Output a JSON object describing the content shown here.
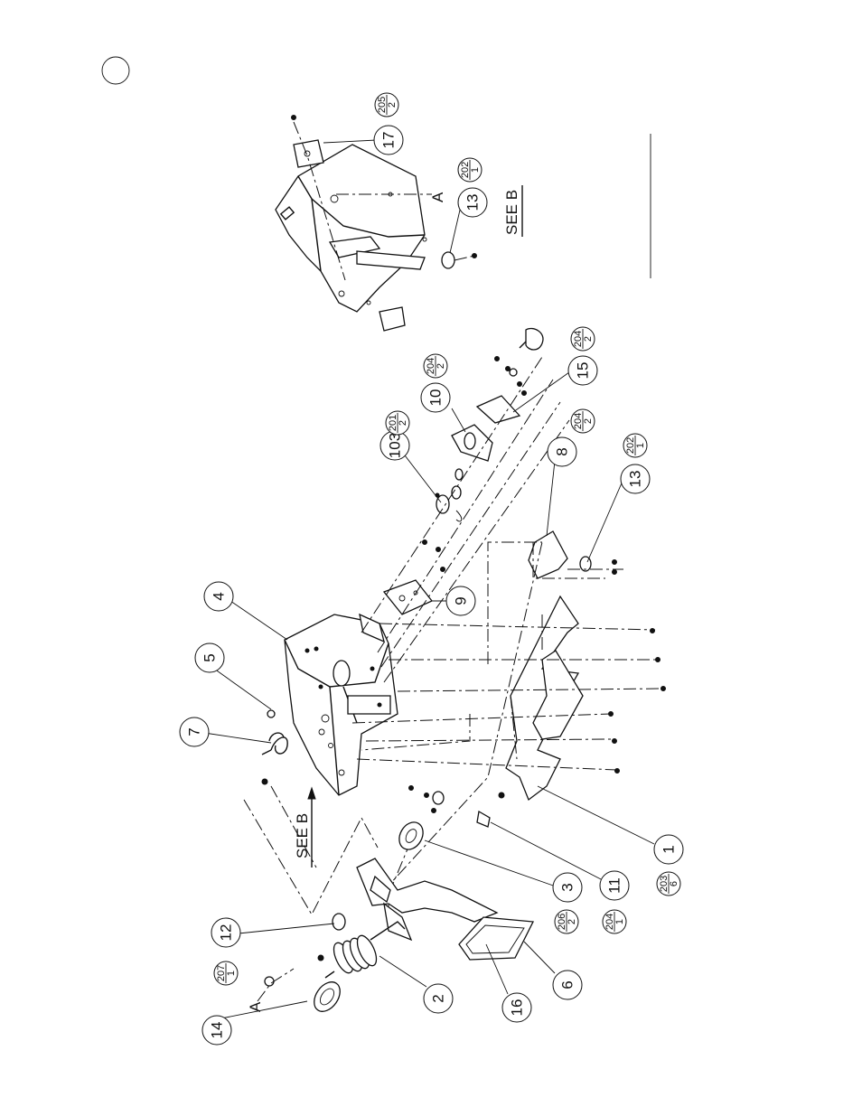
{
  "callouts": [
    {
      "id": "c1",
      "label": "1"
    },
    {
      "id": "c2",
      "label": "2"
    },
    {
      "id": "c3",
      "label": "3"
    },
    {
      "id": "c4",
      "label": "4"
    },
    {
      "id": "c5",
      "label": "5"
    },
    {
      "id": "c6",
      "label": "6"
    },
    {
      "id": "c7",
      "label": "7"
    },
    {
      "id": "c8",
      "label": "8"
    },
    {
      "id": "c9",
      "label": "9"
    },
    {
      "id": "c10",
      "label": "10"
    },
    {
      "id": "c11",
      "label": "11"
    },
    {
      "id": "c12",
      "label": "12"
    },
    {
      "id": "c13a",
      "label": "13"
    },
    {
      "id": "c13b",
      "label": "13"
    },
    {
      "id": "c14",
      "label": "14"
    },
    {
      "id": "c15",
      "label": "15"
    },
    {
      "id": "c16",
      "label": "16"
    },
    {
      "id": "c17",
      "label": "17"
    },
    {
      "id": "c103",
      "label": "103"
    }
  ],
  "fractions": [
    {
      "id": "f205",
      "num": "205",
      "den": "2"
    },
    {
      "id": "f202a",
      "num": "202",
      "den": "1"
    },
    {
      "id": "f204a",
      "num": "204",
      "den": "2"
    },
    {
      "id": "f201",
      "num": "201",
      "den": "2"
    },
    {
      "id": "f204b",
      "num": "204",
      "den": "2"
    },
    {
      "id": "f204c",
      "num": "204",
      "den": "2"
    },
    {
      "id": "f202b",
      "num": "202",
      "den": "1"
    },
    {
      "id": "f207",
      "num": "207",
      "den": "1"
    },
    {
      "id": "f206",
      "num": "206",
      "den": "2"
    },
    {
      "id": "f204d",
      "num": "204",
      "den": "1"
    },
    {
      "id": "f203",
      "num": "203",
      "den": "6"
    }
  ],
  "see_b_label": "SEE B",
  "detail_label": "SEE B",
  "point_a_label": "A"
}
